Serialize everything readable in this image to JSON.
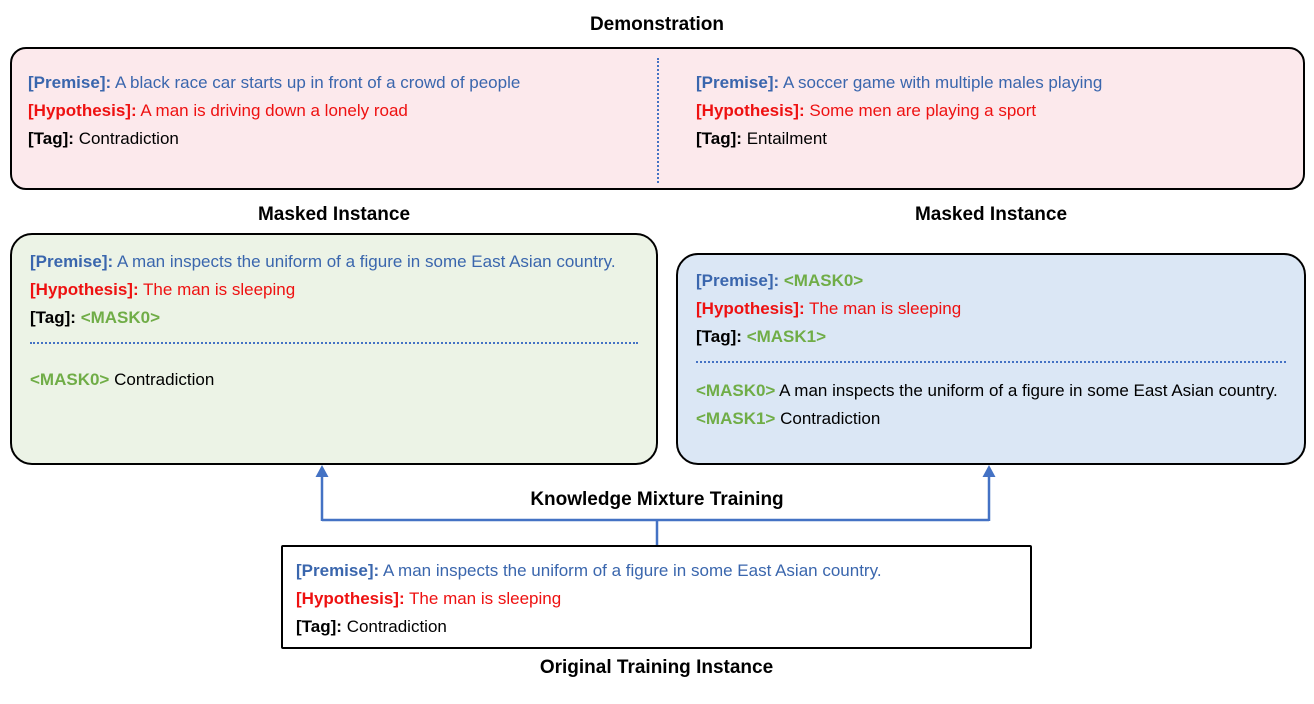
{
  "colors": {
    "blue": "#3a66ad",
    "red": "#ee1111",
    "green": "#70ad47",
    "connector": "#4472c4",
    "demo_bg": "#fce9ec",
    "masked_left_bg": "#ecf3e6",
    "masked_right_bg": "#dbe7f5"
  },
  "demonstration": {
    "title": "Demonstration",
    "left": {
      "premise_label": "[Premise]:",
      "premise": "A black race car starts up in front of a crowd of people",
      "hypothesis_label": "[Hypothesis]:",
      "hypothesis": "A man is driving down a lonely road",
      "tag_label": "[Tag]:",
      "tag": "Contradiction"
    },
    "right": {
      "premise_label": "[Premise]:",
      "premise": "A soccer game with multiple males playing",
      "hypothesis_label": "[Hypothesis]:",
      "hypothesis": "Some men are playing a sport",
      "tag_label": "[Tag]:",
      "tag": "Entailment"
    }
  },
  "masked_left": {
    "title": "Masked Instance",
    "premise_label": "[Premise]:",
    "premise": "A man inspects the uniform of a figure in some East Asian country.",
    "hypothesis_label": "[Hypothesis]:",
    "hypothesis": "The man is sleeping",
    "tag_label": "[Tag]:",
    "tag_mask": "<MASK0>",
    "answer_mask": "<MASK0>",
    "answer": "Contradiction"
  },
  "masked_right": {
    "title": "Masked Instance",
    "premise_label": "[Premise]:",
    "premise_mask": "<MASK0>",
    "hypothesis_label": "[Hypothesis]:",
    "hypothesis": "The man is sleeping",
    "tag_label": "[Tag]:",
    "tag_mask": "<MASK1>",
    "answer0_mask": "<MASK0>",
    "answer0": "A man inspects the uniform of a figure in some East Asian country.",
    "answer1_mask": "<MASK1>",
    "answer1": "Contradiction"
  },
  "training": {
    "title": "Knowledge Mixture Training"
  },
  "original": {
    "caption": "Original Training Instance",
    "premise_label": "[Premise]:",
    "premise": "A man inspects the uniform of a figure in some East Asian country.",
    "hypothesis_label": "[Hypothesis]:",
    "hypothesis": "The man is sleeping",
    "tag_label": "[Tag]:",
    "tag": "Contradiction"
  }
}
